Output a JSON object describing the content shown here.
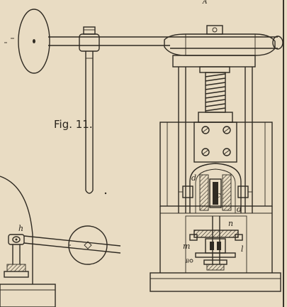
{
  "figure": {
    "caption": "Fig. 11.",
    "labels": {
      "h": "h",
      "d_upper": "d",
      "c": "c",
      "d_lower": "d",
      "n": "n",
      "m": "m",
      "l": "l",
      "top_fragment": "A",
      "side_fragment": "B"
    }
  },
  "colors": {
    "paper": "#e9dcc3",
    "ink": "#2f2a22"
  }
}
